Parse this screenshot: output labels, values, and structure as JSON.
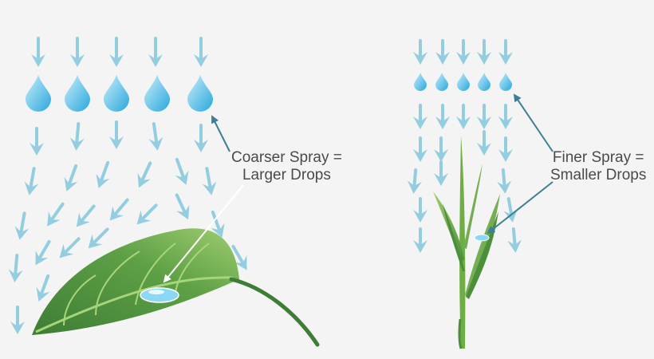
{
  "colors": {
    "background": "#f4f4f4",
    "arrow": "#93cde0",
    "drop_light": "#c9eefb",
    "drop_dark": "#2aa7dc",
    "leaf_light": "#9fce6f",
    "leaf_dark": "#3e7d35",
    "leader_line": "#3d7f96"
  },
  "icons": {
    "down_arrow": "arrow-icon",
    "water_drop": "water-drop-icon"
  },
  "coarse": {
    "line1": "Coarser Spray =",
    "line2": "Larger Drops"
  },
  "fine": {
    "line1": "Finer Spray =",
    "line2": "Smaller Drops"
  }
}
